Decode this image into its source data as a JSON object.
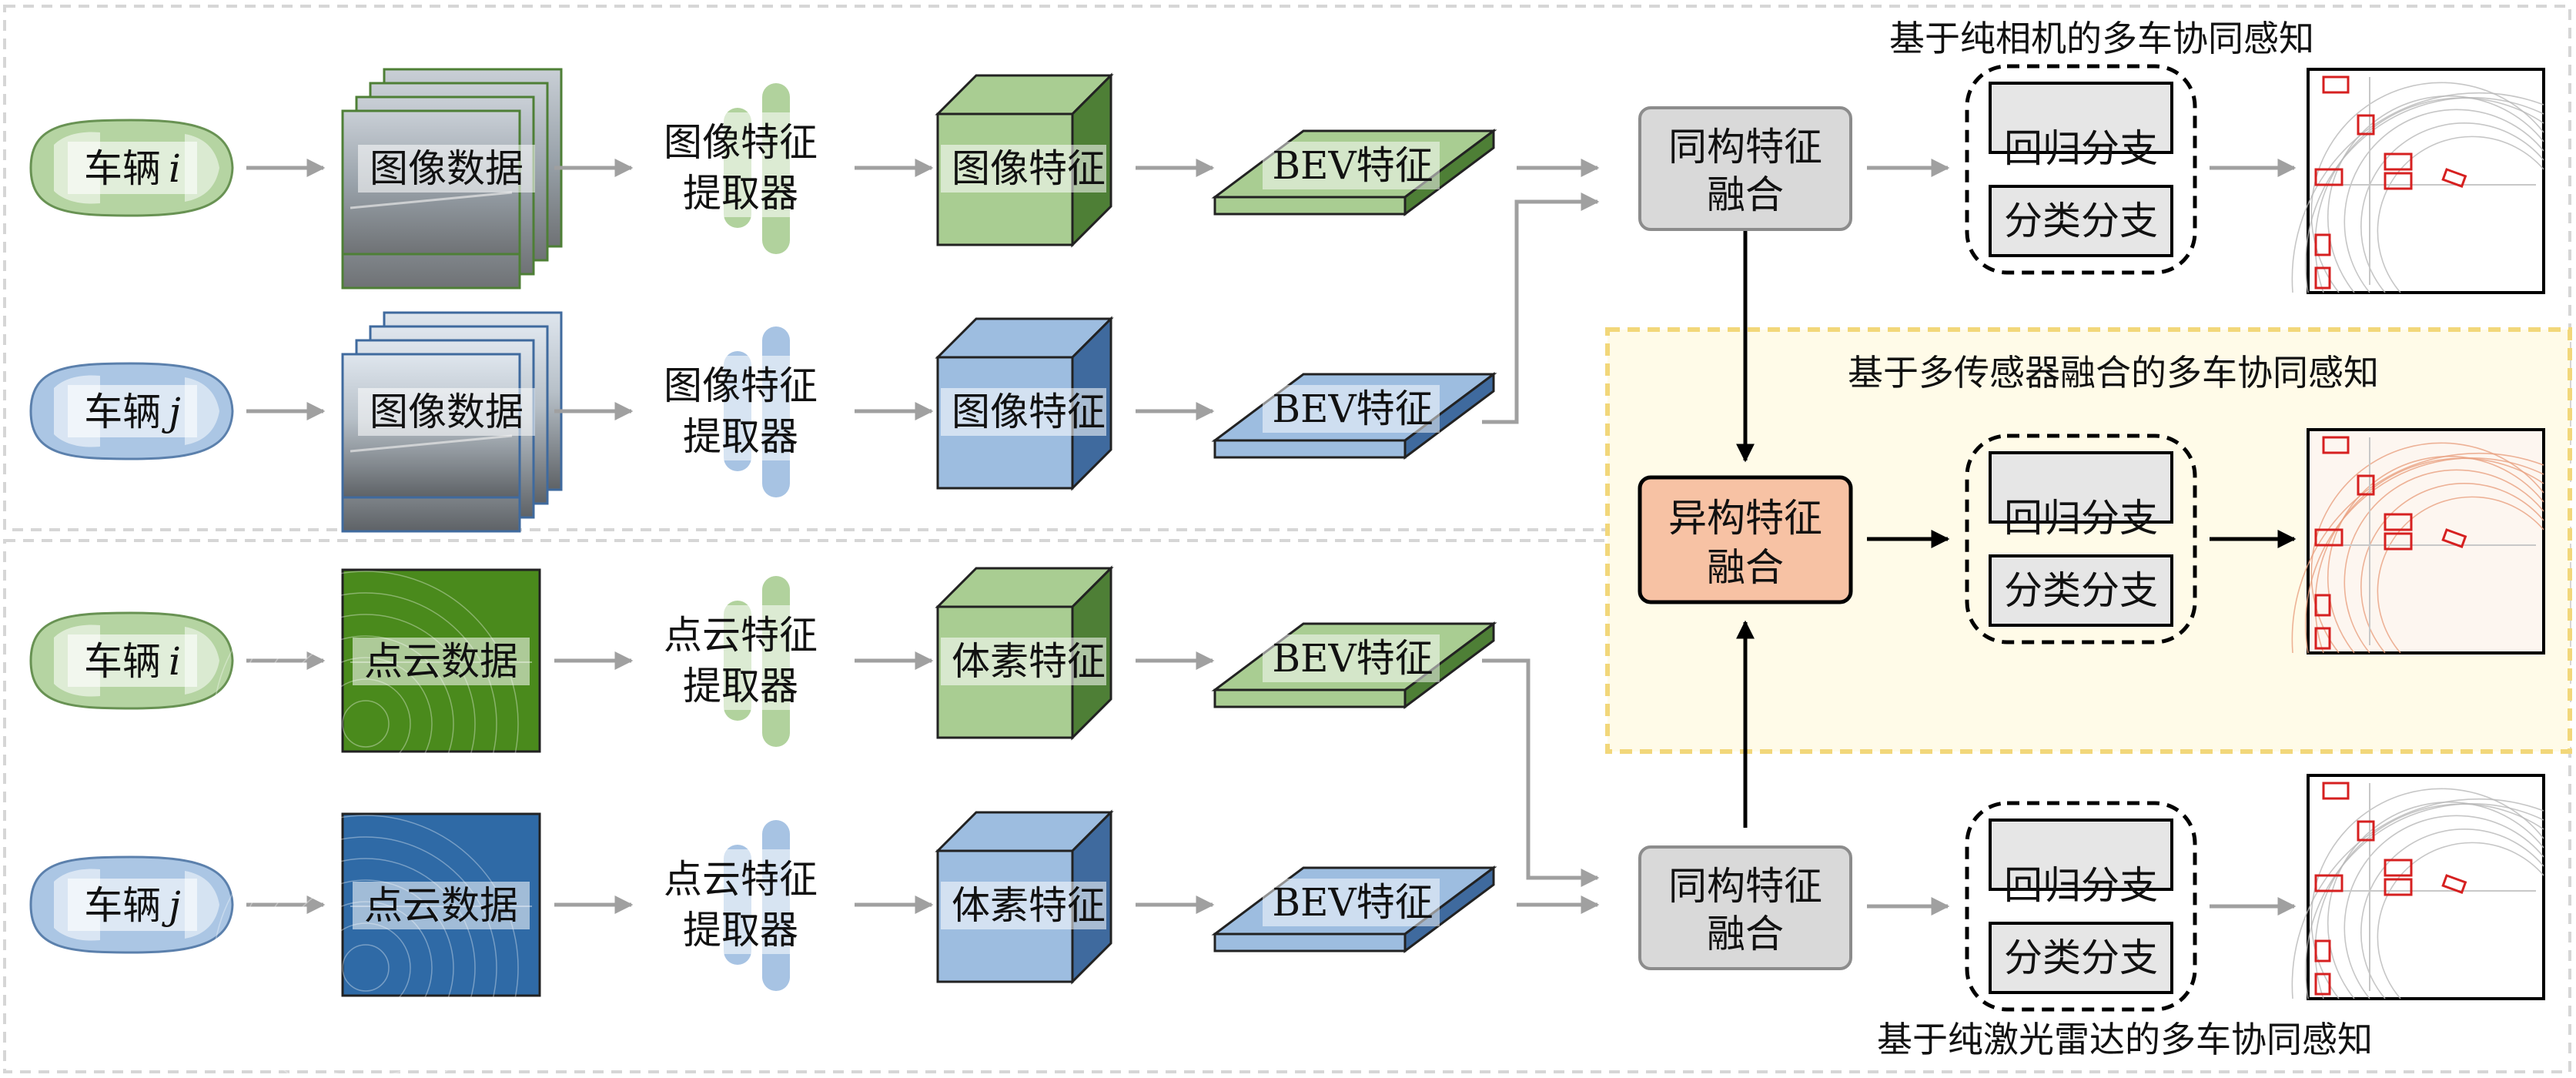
{
  "titles": {
    "camera": "基于纯相机的多车协同感知",
    "fusion": "基于多传感器融合的多车协同感知",
    "lidar": "基于纯激光雷达的多车协同感知"
  },
  "rows": [
    {
      "vehicle_prefix": "车辆",
      "vehicle_var": "i",
      "data": "图像数据",
      "extractor_line1": "图像特征",
      "extractor_line2": "提取器",
      "feature": "图像特征",
      "bev": "BEV特征"
    },
    {
      "vehicle_prefix": "车辆",
      "vehicle_var": "j",
      "data": "图像数据",
      "extractor_line1": "图像特征",
      "extractor_line2": "提取器",
      "feature": "图像特征",
      "bev": "BEV特征"
    },
    {
      "vehicle_prefix": "车辆",
      "vehicle_var": "i",
      "data": "点云数据",
      "extractor_line1": "点云特征",
      "extractor_line2": "提取器",
      "feature": "体素特征",
      "bev": "BEV特征"
    },
    {
      "vehicle_prefix": "车辆",
      "vehicle_var": "j",
      "data": "点云数据",
      "extractor_line1": "点云特征",
      "extractor_line2": "提取器",
      "feature": "体素特征",
      "bev": "BEV特征"
    }
  ],
  "fusion_nodes": {
    "homo_top": {
      "line1": "同构特征",
      "line2": "融合"
    },
    "hetero": {
      "line1": "异构特征",
      "line2": "融合"
    },
    "homo_bottom": {
      "line1": "同构特征",
      "line2": "融合"
    }
  },
  "heads": {
    "regression": "回归分支",
    "classification": "分类分支"
  },
  "colors": {
    "green": "#a9cd92",
    "green_dark": "#4e7f36",
    "blue": "#9dbde0",
    "blue_dark": "#3f6a9e",
    "hetero_fill": "#f7c2a4",
    "fusion_highlight": "#fff9e0",
    "arrow": "#a0a0a0"
  },
  "icons": [
    "car-icon",
    "image-stack-icon",
    "pointcloud-icon",
    "feature-cube-icon",
    "bev-slab-icon",
    "detection-result-icon"
  ]
}
